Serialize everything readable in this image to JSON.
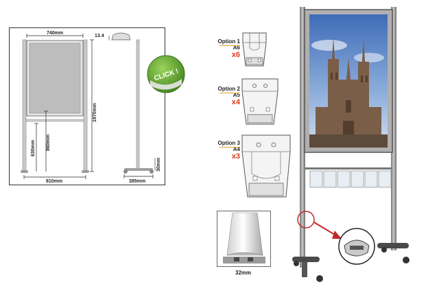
{
  "drawing": {
    "width_top": "740mm",
    "profile_depth": "13.4",
    "height_total": "1970mm",
    "height_lower": "860mm",
    "height_leg": "630mm",
    "width_base": "810mm",
    "foot_width": "385mm",
    "foot_height": "30mm"
  },
  "click_badge": {
    "label": "CLICK !"
  },
  "options": [
    {
      "title": "Option 1",
      "size": "A6",
      "qty": "x6"
    },
    {
      "title": "Option 2",
      "size": "A5",
      "qty": "x4"
    },
    {
      "title": "Option 3",
      "size": "A4",
      "qty": "x3"
    }
  ],
  "profile": {
    "caption": "32mm"
  },
  "colors": {
    "accent_red": "#e03a1e",
    "badge_green": "#5aa02c",
    "frame_grey": "#9a9a9a",
    "sky_blue": "#5d86c4"
  }
}
